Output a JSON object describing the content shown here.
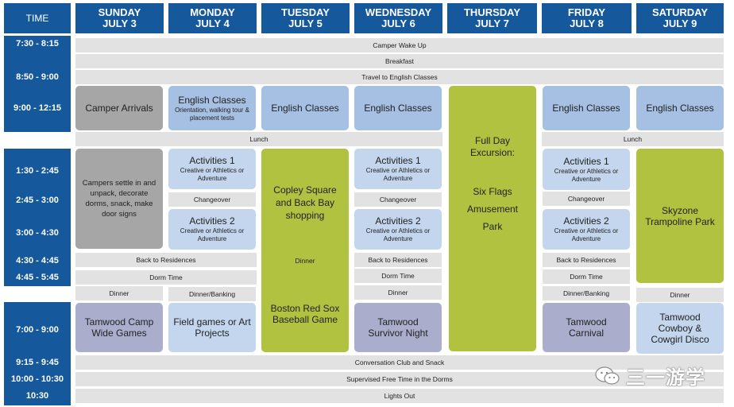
{
  "header": {
    "time": "TIME",
    "days": [
      {
        "day": "SUNDAY",
        "date": "JULY 3"
      },
      {
        "day": "MONDAY",
        "date": "JULY 4"
      },
      {
        "day": "TUESDAY",
        "date": "JULY 5"
      },
      {
        "day": "WEDNESDAY",
        "date": "JULY 6"
      },
      {
        "day": "THURSDAY",
        "date": "JULY 7"
      },
      {
        "day": "FRIDAY",
        "date": "JULY 8"
      },
      {
        "day": "SATURDAY",
        "date": "JULY 9"
      }
    ]
  },
  "times": {
    "t1": "7:30 - 8:15",
    "t2": "8:50 - 9:00",
    "t3": "9:00 - 12:15",
    "t4": "1:30 - 2:45",
    "t5": "2:45 - 3:00",
    "t6": "3:00 - 4:30",
    "t7": "4:30 - 4:45",
    "t8": "4:45 - 5:45",
    "t9": "7:00 - 9:00",
    "t10": "9:15 - 9:45",
    "t11": "10:00 - 10:30",
    "t12": "10:30"
  },
  "bars": {
    "wake": "Camper Wake Up",
    "breakfast": "Breakfast",
    "travel": "Travel to English Classes",
    "lunch_a": "Lunch",
    "lunch_b": "Lunch",
    "conversation": "Conversation Club and Snack",
    "free_time": "Supervised Free Time in the Dorms",
    "lights_out": "Lights Out"
  },
  "sunday": {
    "arrivals": "Camper Arrivals",
    "settle": "Campers settle in and unpack, decorate dorms, snack, make door signs",
    "back": "Back to Residences",
    "dorm": "Dorm Time",
    "dinner": "Dinner",
    "evening": "Tamwood Camp Wide Games"
  },
  "monday": {
    "english": "English Classes",
    "english_sub": "Orientation, walking tour & placement tests",
    "act1": "Activities 1",
    "act1_sub": "Creative or Athletics or Adventure",
    "changeover": "Changeover",
    "act2": "Activities 2",
    "act2_sub": "Creative or Athletics or Adventure",
    "dinner": "Dinner/Banking",
    "evening": "Field games or Art Projects"
  },
  "tuesday": {
    "english": "English Classes",
    "excursion": "Copley Square and Back Bay shopping",
    "dinner": "Dinner",
    "evening": "Boston Red Sox Baseball Game"
  },
  "wednesday": {
    "english": "English Classes",
    "act1": "Activities 1",
    "act1_sub": "Creative or Athletics or Adventure",
    "changeover": "Changeover",
    "act2": "Activities 2",
    "act2_sub": "Creative or Athletics or Adventure",
    "back": "Back to Residences",
    "dorm": "Dorm Time",
    "dinner": "Dinner",
    "evening": "Tamwood Survivor Night"
  },
  "thursday": {
    "excursion_title": "Full Day Excursion:",
    "excursion_place": "Six Flags Amusement Park"
  },
  "friday": {
    "english": "English Classes",
    "act1": "Activities 1",
    "act1_sub": "Creative or Athletics or Adventure",
    "changeover": "Changeover",
    "act2": "Activities 2",
    "act2_sub": "Creative or Athletics or Adventure",
    "back": "Back to Residences",
    "dorm": "Dorm Time",
    "dinner": "Dinner/Banking",
    "evening": "Tamwood Carnival"
  },
  "saturday": {
    "english": "English Classes",
    "trip": "Skyzone Trampoline Park",
    "dinner": "Dinner",
    "evening": "Tamwood Cowboy & Cowgirl Disco"
  },
  "watermark": {
    "text": "三一游学"
  },
  "colors": {
    "header_blue": "#15589b",
    "bar_gray": "#e2e2e2",
    "box_gray": "#a6a6a6",
    "box_blue": "#a6c0e3",
    "box_light_blue": "#c3d6ee",
    "box_green": "#b0c23f",
    "box_purple": "#aaaecc"
  }
}
